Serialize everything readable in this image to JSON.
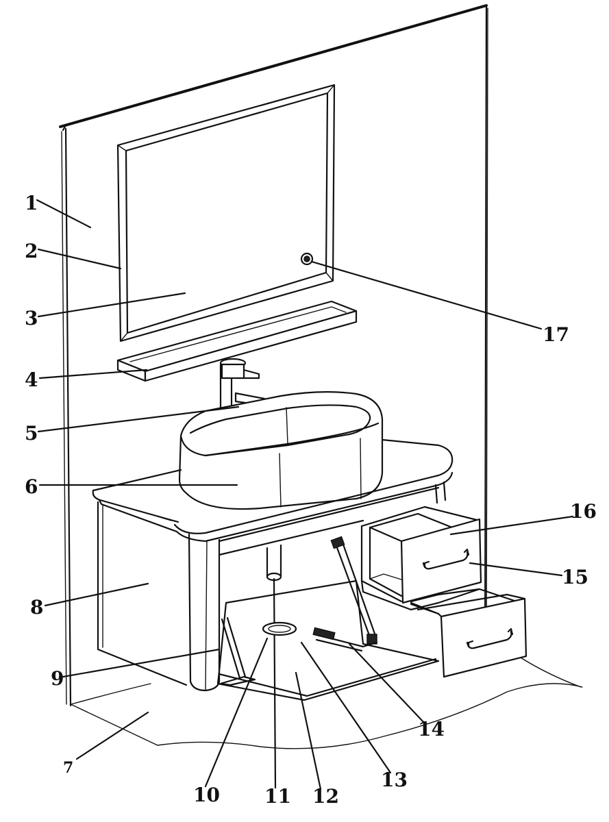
{
  "diagram": {
    "labels": [
      {
        "id": "1",
        "text": "1"
      },
      {
        "id": "2",
        "text": "2"
      },
      {
        "id": "3",
        "text": "3"
      },
      {
        "id": "4",
        "text": "4"
      },
      {
        "id": "5",
        "text": "5"
      },
      {
        "id": "6",
        "text": "6"
      },
      {
        "id": "8",
        "text": "8"
      },
      {
        "id": "9",
        "text": "9"
      },
      {
        "id": "10",
        "text": "10"
      },
      {
        "id": "11",
        "text": "11"
      },
      {
        "id": "12",
        "text": "12"
      },
      {
        "id": "13",
        "text": "13"
      },
      {
        "id": "14",
        "text": "14"
      },
      {
        "id": "15",
        "text": "15"
      },
      {
        "id": "16",
        "text": "16"
      },
      {
        "id": "17",
        "text": "17"
      },
      {
        "id": "7",
        "text": "7"
      }
    ]
  }
}
